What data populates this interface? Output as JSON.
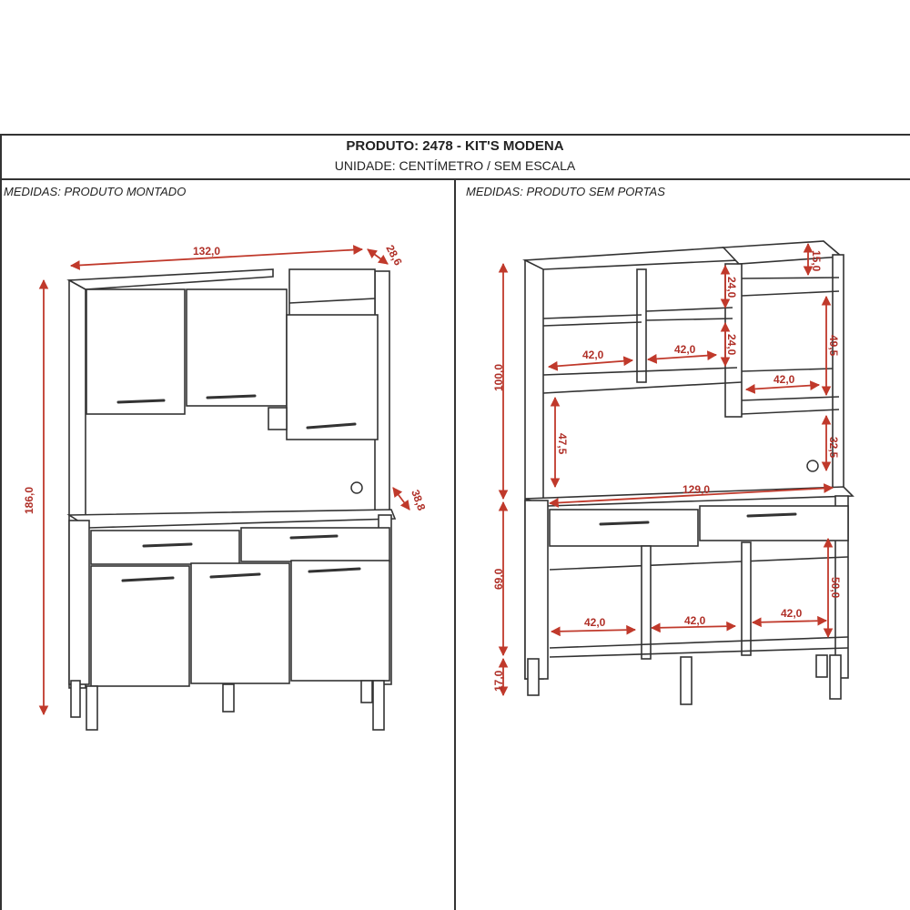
{
  "header": {
    "title": "PRODUTO: 2478 - KIT'S MODENA",
    "subtitle": "UNIDADE: CENTÍMETRO / SEM ESCALA"
  },
  "left_panel": {
    "label": "MEDIDAS: PRODUTO MONTADO",
    "dimensions": {
      "width": "132,0",
      "depth_top": "28,6",
      "height": "186,0",
      "depth_bottom": "38,8"
    }
  },
  "right_panel": {
    "label": "MEDIDAS: PRODUTO SEM PORTAS",
    "dimensions": {
      "upper_height": "100,0",
      "lower_height": "69,0",
      "leg_height": "17,0",
      "niche_w1": "42,0",
      "niche_w2": "42,0",
      "niche_w3": "42,0",
      "shelf_h1": "24,0",
      "shelf_h2": "24,0",
      "top_h": "15,0",
      "right_h": "49,5",
      "open_h_left": "47,5",
      "open_h_right": "32,5",
      "counter_w": "129,0",
      "lower_w1": "42,0",
      "lower_w2": "42,0",
      "lower_w3": "42,0",
      "lower_h": "50,0"
    }
  },
  "colors": {
    "dimension": "#c0392b",
    "line": "#333333"
  }
}
